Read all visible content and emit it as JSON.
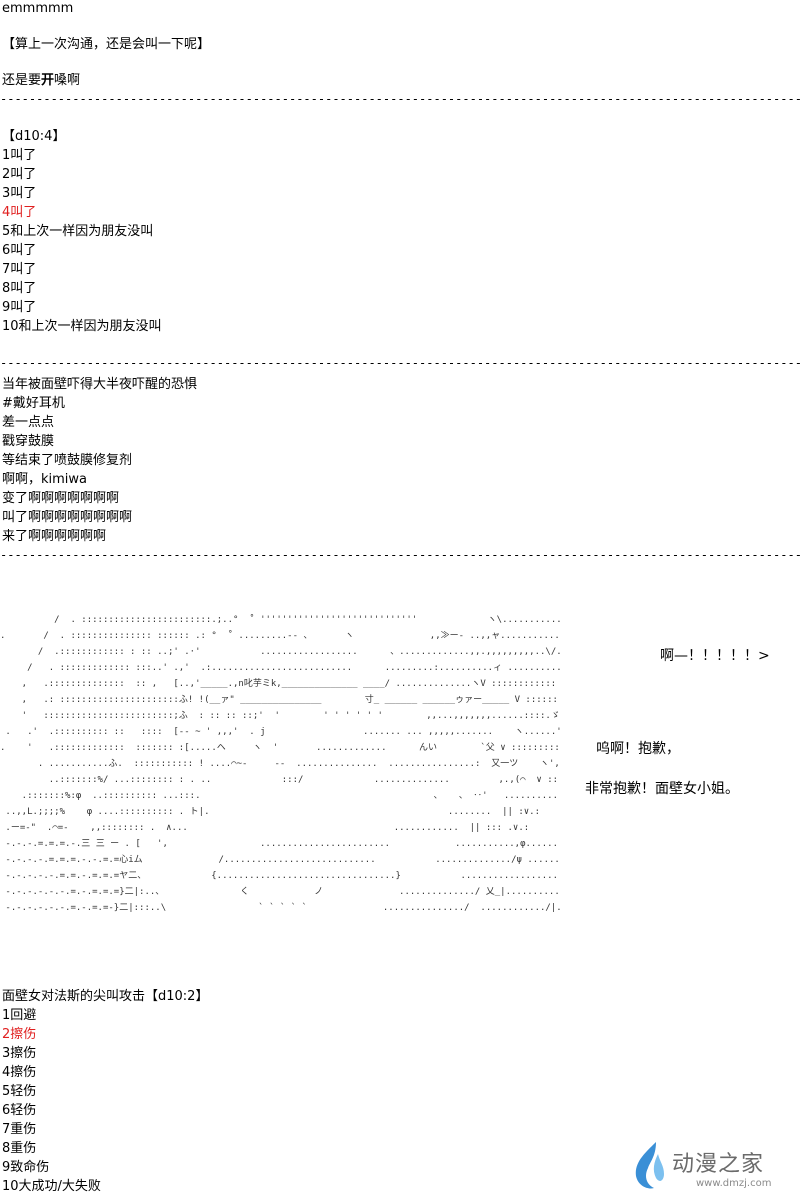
{
  "intro": {
    "line1": "emmmmm",
    "line2": "【算上一次沟通，还是会叫一下呢】",
    "line3_prefix": "还是要",
    "line3_bold": "开",
    "line3_suffix": "嗓啊"
  },
  "dice1": {
    "header": "【d10:4】",
    "options": [
      "1叫了",
      "2叫了",
      "3叫了",
      "4叫了",
      "5和上次一样因为朋友没叫",
      "6叫了",
      "7叫了",
      "8叫了",
      "9叫了",
      "10和上次一样因为朋友没叫"
    ],
    "highlight_index": 3
  },
  "story": {
    "lines": [
      "当年被面壁吓得大半夜吓醒的恐惧",
      "#戴好耳机",
      "差一点点",
      "戳穿鼓膜",
      "等结束了喷鼓膜修复剂",
      "啊啊，kimiwa",
      "变了啊啊啊啊啊啊啊",
      "叫了啊啊啊啊啊啊啊啊",
      "来了啊啊啊啊啊啊"
    ]
  },
  "art": {
    "dialogue_1": "啊—！！！！！>",
    "dialogue_2": "呜啊！抱歉，",
    "dialogue_3": "非常抱歉！面壁女小姐。",
    "face_text_1": "叱芋ミk",
    "face_text_2": "ふ!",
    "face_text_3": "ヘ",
    "face_text_4": "んい",
    "face_text_5": "又一ツ"
  },
  "dice2": {
    "header": "面壁女对法斯的尖叫攻击【d10:2】",
    "options": [
      "1回避",
      "2擦伤",
      "3擦伤",
      "4擦伤",
      "5轻伤",
      "6轻伤",
      "7重伤",
      "8重伤",
      "9致命伤",
      "10大成功/大失败"
    ],
    "highlight_index": 1
  },
  "watermark": {
    "title": "动漫之家",
    "url": "www.dmzj.com"
  },
  "colors": {
    "highlight": "#e02020",
    "watermark_blue": "#3a8fd6"
  }
}
